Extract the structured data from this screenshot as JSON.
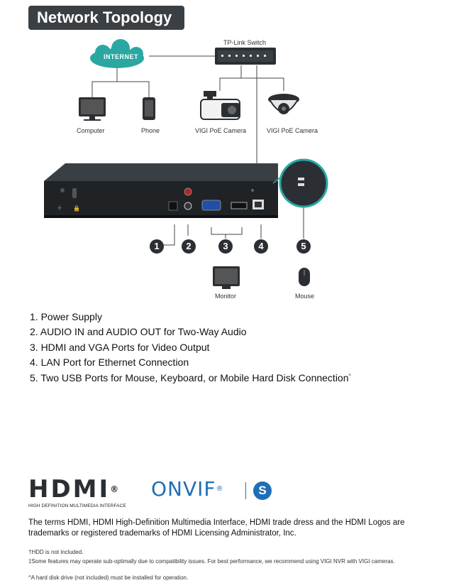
{
  "header": {
    "title": "Network Topology"
  },
  "diagram": {
    "internet_label": "INTERNET",
    "switch_label": "TP-Link Switch",
    "devices": {
      "computer": "Computer",
      "phone": "Phone",
      "camera_bullet": "VIGI PoE Camera",
      "camera_turret": "VIGI PoE Camera",
      "monitor": "Monitor",
      "mouse": "Mouse"
    },
    "port_numbers": [
      "1",
      "2",
      "3",
      "4",
      "5"
    ]
  },
  "features": [
    "1. Power Supply",
    "2. AUDIO IN and AUDIO OUT for Two-Way Audio",
    "3. HDMI and VGA Ports for Video Output",
    "4. LAN Port for Ethernet Connection",
    "5. Two USB Ports for Mouse, Keyboard, or Mobile Hard Disk Connection"
  ],
  "feature5_sup": "^",
  "logos": {
    "hdmi_text": "HDMI",
    "hdmi_reg": "®",
    "hdmi_sub": "HIGH DEFINITION MULTIMEDIA INTERFACE",
    "onvif_text": "ONVIF",
    "onvif_reg": "®",
    "onvif_badge": "S"
  },
  "trademark_notice": "The terms HDMI, HDMI High-Definition Multimedia Interface, HDMI trade dress and the HDMI Logos are trademarks or registered trademarks of HDMI Licensing Administrator, Inc.",
  "footnotes": [
    "†HDD is not included.",
    "‡Some features may operate sub-optimally due to compatibility issues. For best performance, we recommend using VIGI NVR with VIGI cameras.",
    "^A hard disk drive (not included) must be installed for operation."
  ],
  "colors": {
    "accent": "#2aa7a1",
    "dark": "#2b2f33",
    "onvif_blue": "#1f6fb5"
  }
}
